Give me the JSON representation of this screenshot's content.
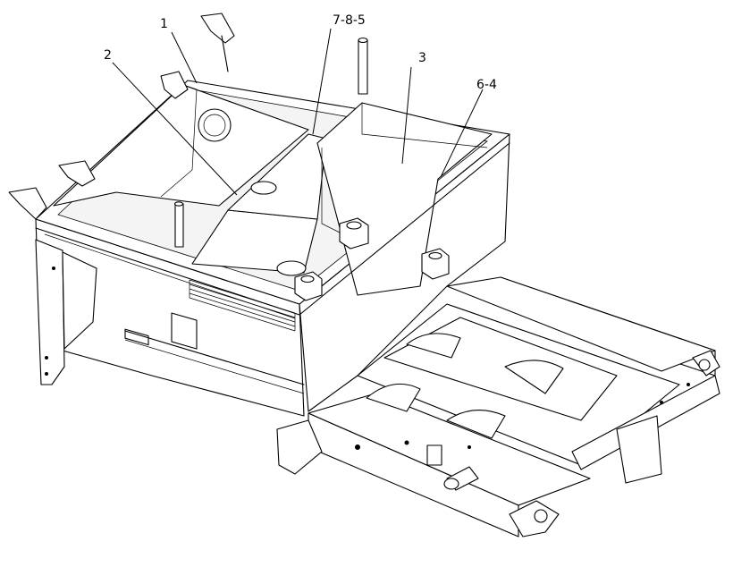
{
  "diagram": {
    "callouts": [
      {
        "id": "c1",
        "text": "1"
      },
      {
        "id": "c2",
        "text": "2"
      },
      {
        "id": "c3",
        "text": "7-8-5"
      },
      {
        "id": "c4",
        "text": "3"
      },
      {
        "id": "c5",
        "text": "6-4"
      }
    ]
  }
}
